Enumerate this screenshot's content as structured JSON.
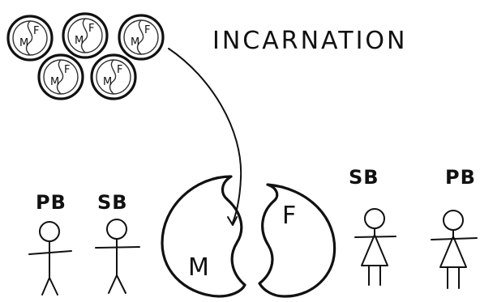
{
  "title": "INCARNATION",
  "soul_pool": {
    "soul_labels": {
      "male": "M",
      "female": "F"
    },
    "soul_count": 5
  },
  "figures": [
    {
      "label": "PB",
      "body": "stick-figure"
    },
    {
      "label": "SB",
      "body": "stick-figure"
    },
    {
      "label": "SB",
      "body": "dress-figure"
    },
    {
      "label": "PB",
      "body": "dress-figure"
    }
  ],
  "yin_yang": {
    "left_half_label": "M",
    "right_half_label": "F"
  }
}
